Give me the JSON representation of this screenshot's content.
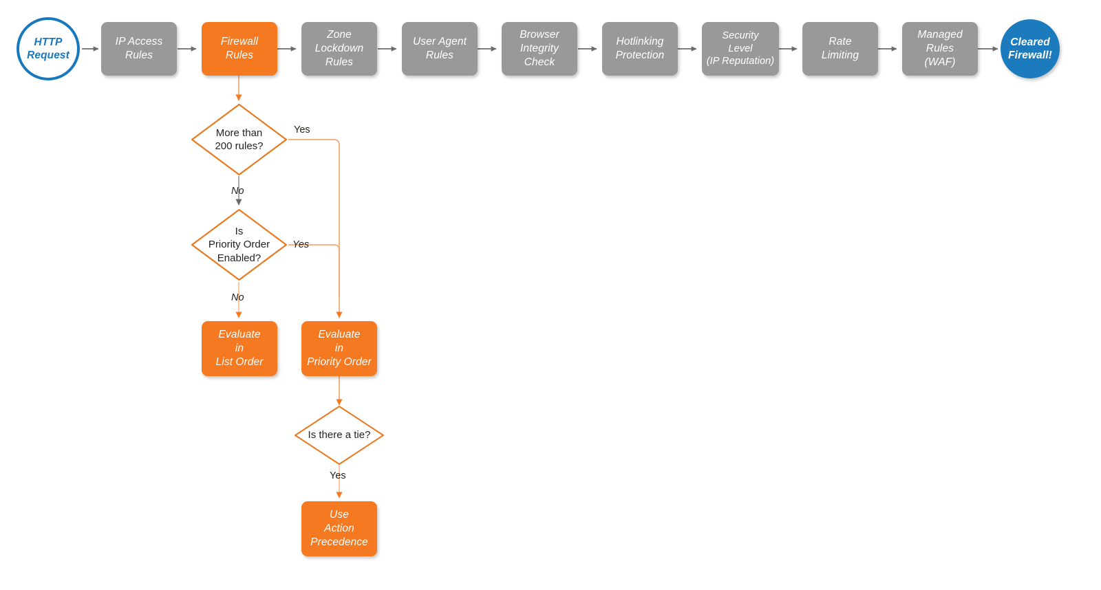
{
  "diagram": {
    "title": "Cloudflare request firewall evaluation order",
    "colors": {
      "gray_fill": "#999999",
      "orange_fill": "#F47920",
      "orange_stroke": "#E8791E",
      "orange_light_wire": "#F7A573",
      "blue_stroke": "#1878BE",
      "blue_fill": "#1B7BBD",
      "gray_wire": "#707070",
      "text_dark": "#23231f",
      "text_light": "#ffffff",
      "page_background": "#ffffff"
    }
  },
  "pipeline": {
    "start": {
      "label": "HTTP\nRequest",
      "shape": "circle-hollow"
    },
    "steps": [
      {
        "label": "IP Access\nRules",
        "shape": "rounded-rect",
        "state": "normal"
      },
      {
        "label": "Firewall\nRules",
        "shape": "rounded-rect",
        "state": "highlighted"
      },
      {
        "label": "Zone\nLockdown\nRules",
        "shape": "rounded-rect",
        "state": "normal"
      },
      {
        "label": "User Agent\nRules",
        "shape": "rounded-rect",
        "state": "normal"
      },
      {
        "label": "Browser\nIntegrity\nCheck",
        "shape": "rounded-rect",
        "state": "normal"
      },
      {
        "label": "Hotlinking\nProtection",
        "shape": "rounded-rect",
        "state": "normal"
      },
      {
        "label": "Security\nLevel\n(IP Reputation)",
        "shape": "rounded-rect",
        "state": "normal"
      },
      {
        "label": "Rate\nLimiting",
        "shape": "rounded-rect",
        "state": "normal"
      },
      {
        "label": "Managed\nRules\n(WAF)",
        "shape": "rounded-rect",
        "state": "normal"
      }
    ],
    "end": {
      "label": "Cleared\nFirewall!",
      "shape": "circle-filled"
    }
  },
  "branch": {
    "decisions": [
      {
        "id": "more-than-200-rules",
        "label": "More than\n200 rules?"
      },
      {
        "id": "is-priority-order-enabled",
        "label": "Is\nPriority Order\nEnabled?"
      },
      {
        "id": "is-there-a-tie",
        "label": "Is there a tie?"
      }
    ],
    "outcomes": [
      {
        "id": "evaluate-in-list-order",
        "label": "Evaluate\nin\nList Order"
      },
      {
        "id": "evaluate-in-priority-order",
        "label": "Evaluate\nin\nPriority Order"
      },
      {
        "id": "use-action-precedence",
        "label": "Use\nAction\nPrecedence"
      }
    ],
    "edge_labels": {
      "more_than_200_yes": "Yes",
      "more_than_200_no": "No",
      "priority_order_yes": "Yes",
      "priority_order_no": "No",
      "tie_yes": "Yes"
    }
  }
}
